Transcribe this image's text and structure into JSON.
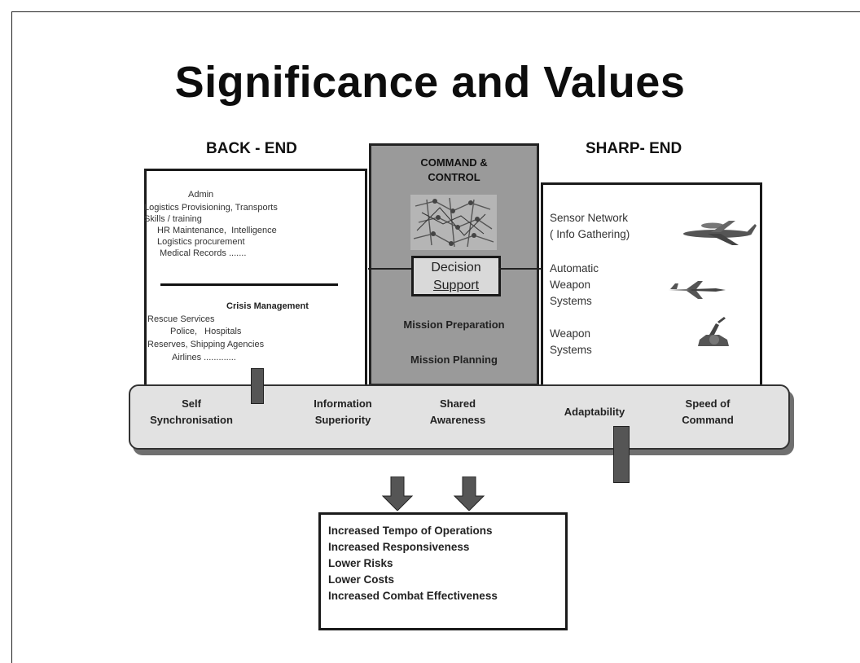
{
  "slide": {
    "title": "Significance and Values",
    "back_end": {
      "heading": "BACK - END",
      "items_top": [
        "Admin",
        "Logistics Provisioning, Transports",
        "Skills / training",
        "HR Maintenance,  Intelligence",
        "Logistics procurement",
        "Medical Records ......."
      ],
      "crisis_heading": "Crisis Management",
      "items_bottom": [
        "Rescue Services",
        "Police,   Hospitals",
        "Reserves, Shipping Agencies",
        "Airlines ............."
      ]
    },
    "command_control": {
      "title_line1": "COMMAND &",
      "title_line2": "CONTROL",
      "decision_line1": "Decision",
      "decision_line2": "Support",
      "mission_prep": "Mission Preparation",
      "mission_plan": "Mission Planning"
    },
    "sharp_end": {
      "heading": "SHARP- END",
      "sensor_line1": "Sensor Network",
      "sensor_line2": "( Info Gathering)",
      "auto_line1": "Automatic",
      "auto_line2": "Weapon",
      "auto_line3": "Systems",
      "weapon_line1": "Weapon",
      "weapon_line2": "Systems"
    },
    "band": {
      "items": [
        {
          "line1": "Self",
          "line2": "Synchronisation"
        },
        {
          "line1": "Information",
          "line2": "Superiority"
        },
        {
          "line1": "Shared",
          "line2": "Awareness"
        },
        {
          "line1": "Adaptability",
          "line2": ""
        },
        {
          "line1": "Speed of",
          "line2": "Command"
        }
      ]
    },
    "outcomes": [
      "Increased Tempo of Operations",
      "Increased  Responsiveness",
      "Lower Risks",
      "Lower Costs",
      "Increased Combat Effectiveness"
    ]
  },
  "colors": {
    "panel_gray": "#9a9a9a",
    "band_fill": "#e2e2e2",
    "border": "#1a1a1a"
  }
}
